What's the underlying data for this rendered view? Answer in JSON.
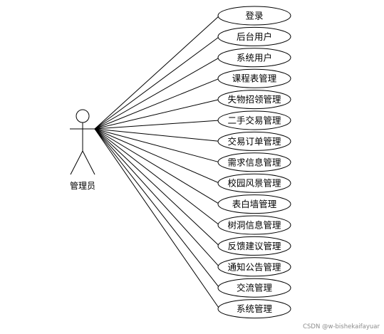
{
  "actor": {
    "label": "管理员"
  },
  "use_cases": [
    "登录",
    "后台用户",
    "系统用户",
    "课程表管理",
    "失物招领管理",
    "二手交易管理",
    "交易订单管理",
    "需求信息管理",
    "校园风景管理",
    "表白墙管理",
    "树洞信息管理",
    "反馈建议管理",
    "通知公告管理",
    "交流管理",
    "系统管理"
  ],
  "watermark": "CSDN @w-bishekaifayuar",
  "colors": {
    "line": "#000000",
    "background": "#ffffff",
    "watermark": "#8c8c8c"
  }
}
